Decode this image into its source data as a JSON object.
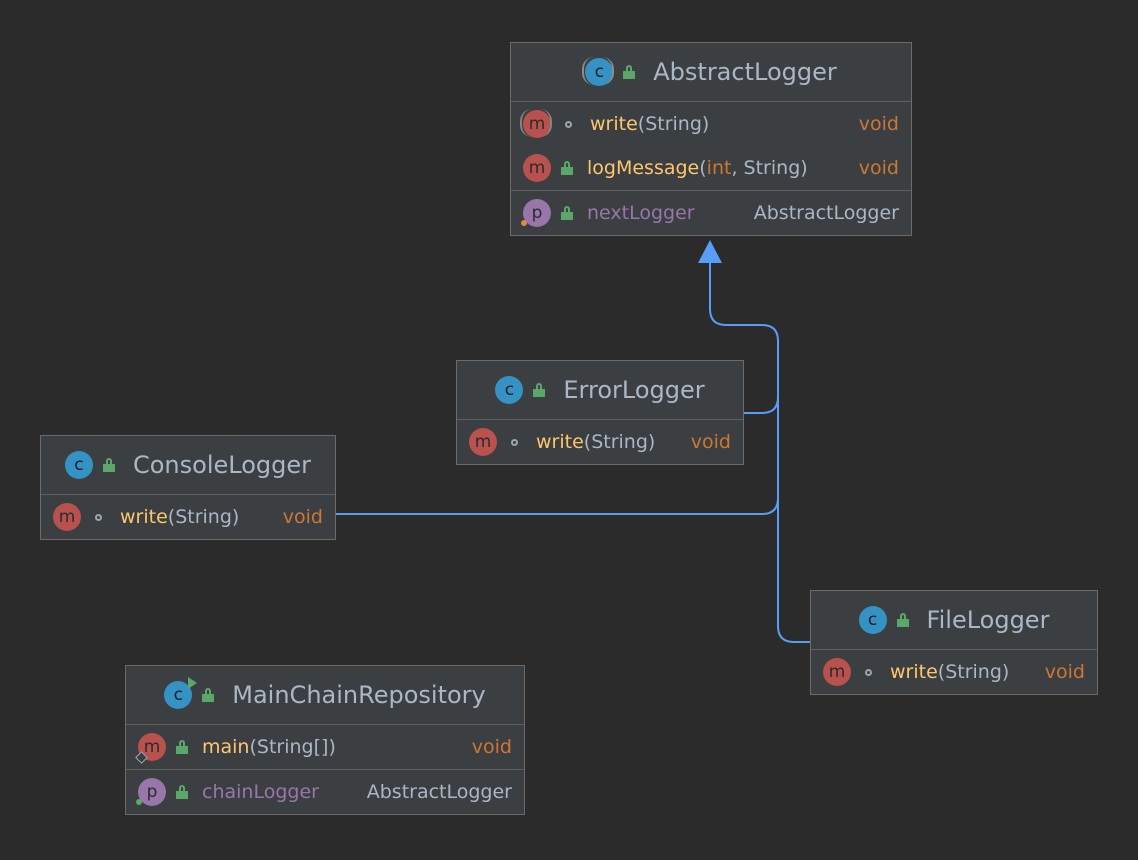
{
  "colors": {
    "background": "#2b2b2b",
    "box": "#3c3f41",
    "edge": "#589df6",
    "method_name": "#ffc66d",
    "field_name": "#9876aa",
    "keyword": "#cc7832",
    "text": "#a9b7c6"
  },
  "classes": {
    "abstract_logger": {
      "name": "AbstractLogger",
      "icon": "abstract-class-icon",
      "methods": [
        {
          "name": "write",
          "params": "String",
          "returns": "void",
          "visibility": "package-private",
          "abstract": true
        },
        {
          "name": "logMessage",
          "param_kw": "int",
          "params": "String",
          "returns": "void",
          "visibility": "public"
        }
      ],
      "fields": [
        {
          "name": "nextLogger",
          "type": "AbstractLogger",
          "visibility": "public"
        }
      ]
    },
    "error_logger": {
      "name": "ErrorLogger",
      "icon": "class-icon",
      "methods": [
        {
          "name": "write",
          "params": "String",
          "returns": "void",
          "visibility": "package-private"
        }
      ]
    },
    "console_logger": {
      "name": "ConsoleLogger",
      "icon": "class-icon",
      "methods": [
        {
          "name": "write",
          "params": "String",
          "returns": "void",
          "visibility": "package-private"
        }
      ]
    },
    "file_logger": {
      "name": "FileLogger",
      "icon": "class-icon",
      "methods": [
        {
          "name": "write",
          "params": "String",
          "returns": "void",
          "visibility": "package-private"
        }
      ]
    },
    "main_chain_repository": {
      "name": "MainChainRepository",
      "icon": "runnable-class-icon",
      "methods": [
        {
          "name": "main",
          "params": "String[]",
          "returns": "void",
          "visibility": "public",
          "static": true
        }
      ],
      "fields": [
        {
          "name": "chainLogger",
          "type": "AbstractLogger",
          "visibility": "public",
          "static": true
        }
      ]
    }
  },
  "relations": [
    {
      "type": "inheritance",
      "from": "ErrorLogger",
      "to": "AbstractLogger"
    },
    {
      "type": "inheritance",
      "from": "ConsoleLogger",
      "to": "AbstractLogger"
    },
    {
      "type": "inheritance",
      "from": "FileLogger",
      "to": "AbstractLogger"
    }
  ]
}
